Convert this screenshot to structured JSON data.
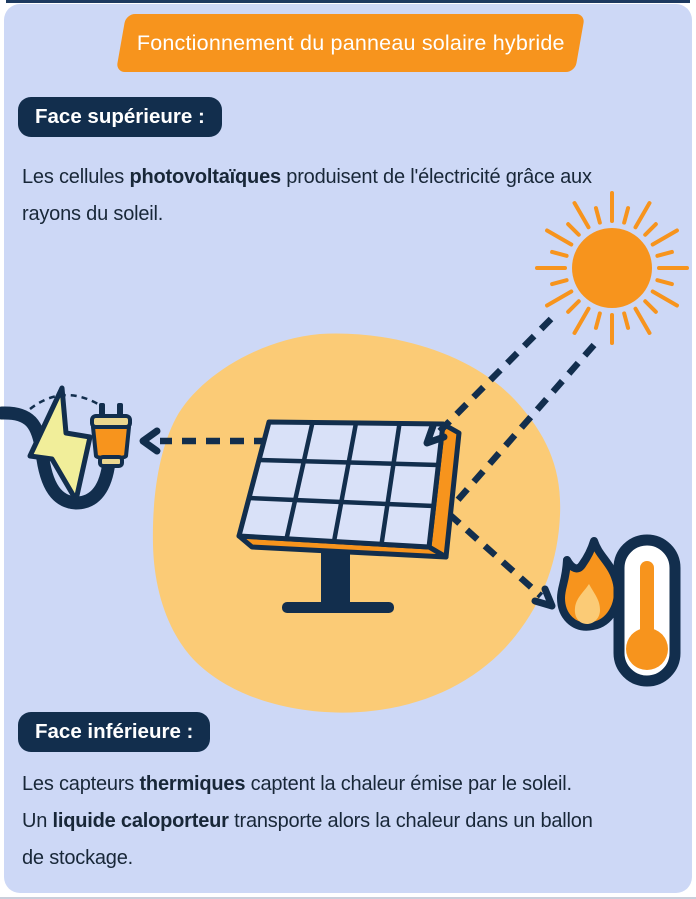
{
  "header": {
    "title": "Fonctionnement du panneau solaire hybride"
  },
  "top_section": {
    "badge": "Face supérieure :",
    "line1": {
      "s0": "Les cellules ",
      "s1": "photovoltaïques",
      "s2": " produisent de l'électricité grâce aux"
    },
    "line2": {
      "s0": "rayons du soleil."
    }
  },
  "bottom_section": {
    "badge": "Face inférieure :",
    "line1": {
      "s0": "Les capteurs ",
      "s1": "thermiques",
      "s2": " captent la chaleur émise par le soleil."
    },
    "line2": {
      "s0": "Un ",
      "s1": "liquide caloporteur",
      "s2": " transporte alors la chaleur dans un ballon"
    },
    "line3": {
      "s0": "de stockage."
    }
  },
  "illustration": {
    "icons": [
      "sun-icon",
      "solar-panel-icon",
      "plug-icon",
      "lightning-bolt-icon",
      "flame-icon",
      "thermometer-icon"
    ],
    "arrows": [
      "panel-to-plug-electricity-arrow",
      "sun-to-panel-ray-arrow",
      "sun-to-panel-ray-line",
      "panel-to-thermometer-heat-arrow"
    ]
  },
  "colors": {
    "accent_orange": "#f7941d",
    "dark_navy": "#122e4d",
    "card_background": "#cdd8f6",
    "blob_yellow": "#fbcb76",
    "bolt_yellow": "#f1ee9a",
    "plug_cap_yellow": "#ecd78f",
    "panel_cell_blue": "#d9e1f8",
    "text_color": "#182738",
    "banner_text": "#ffffff"
  }
}
